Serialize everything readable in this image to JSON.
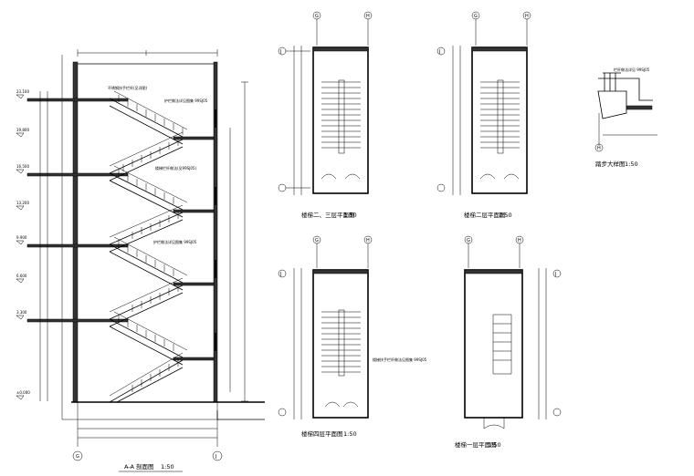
{
  "section": {
    "title": "A-A 剖面图",
    "scale": "1:50",
    "axis_left": "G",
    "axis_right": "J",
    "levels": [
      "±0.000",
      "3.300",
      "6.600",
      "9.900",
      "13.200",
      "16.500",
      "19.800",
      "23.100"
    ],
    "notes": [
      "不锈钢扶手栏杆(见详图)",
      "护栏做法详见图集 99SJ05",
      "楼梯栏杆做法(见99SJ05)",
      "护栏做法详见图集 99SJ05"
    ]
  },
  "plans": [
    {
      "title": "楼梯二、三层平面图",
      "scale": "1:50",
      "axes": [
        "G",
        "H",
        "J"
      ]
    },
    {
      "title": "楼梯二层平面图",
      "scale": "1:50",
      "axes": [
        "G",
        "H",
        "J"
      ]
    },
    {
      "title": "楼梯四层平面图",
      "scale": "1:50",
      "axes": [
        "G",
        "H",
        "J"
      ],
      "note": "楼梯扶手栏杆做法见图集 99SJ05"
    },
    {
      "title": "楼梯一层平面图",
      "scale": "1:50",
      "axes": [
        "G",
        "H",
        "J"
      ]
    }
  ],
  "detail": {
    "title": "踏步大样图",
    "scale": "1:50",
    "note": "栏杆做法详见 99SJ05",
    "axis": "H"
  }
}
